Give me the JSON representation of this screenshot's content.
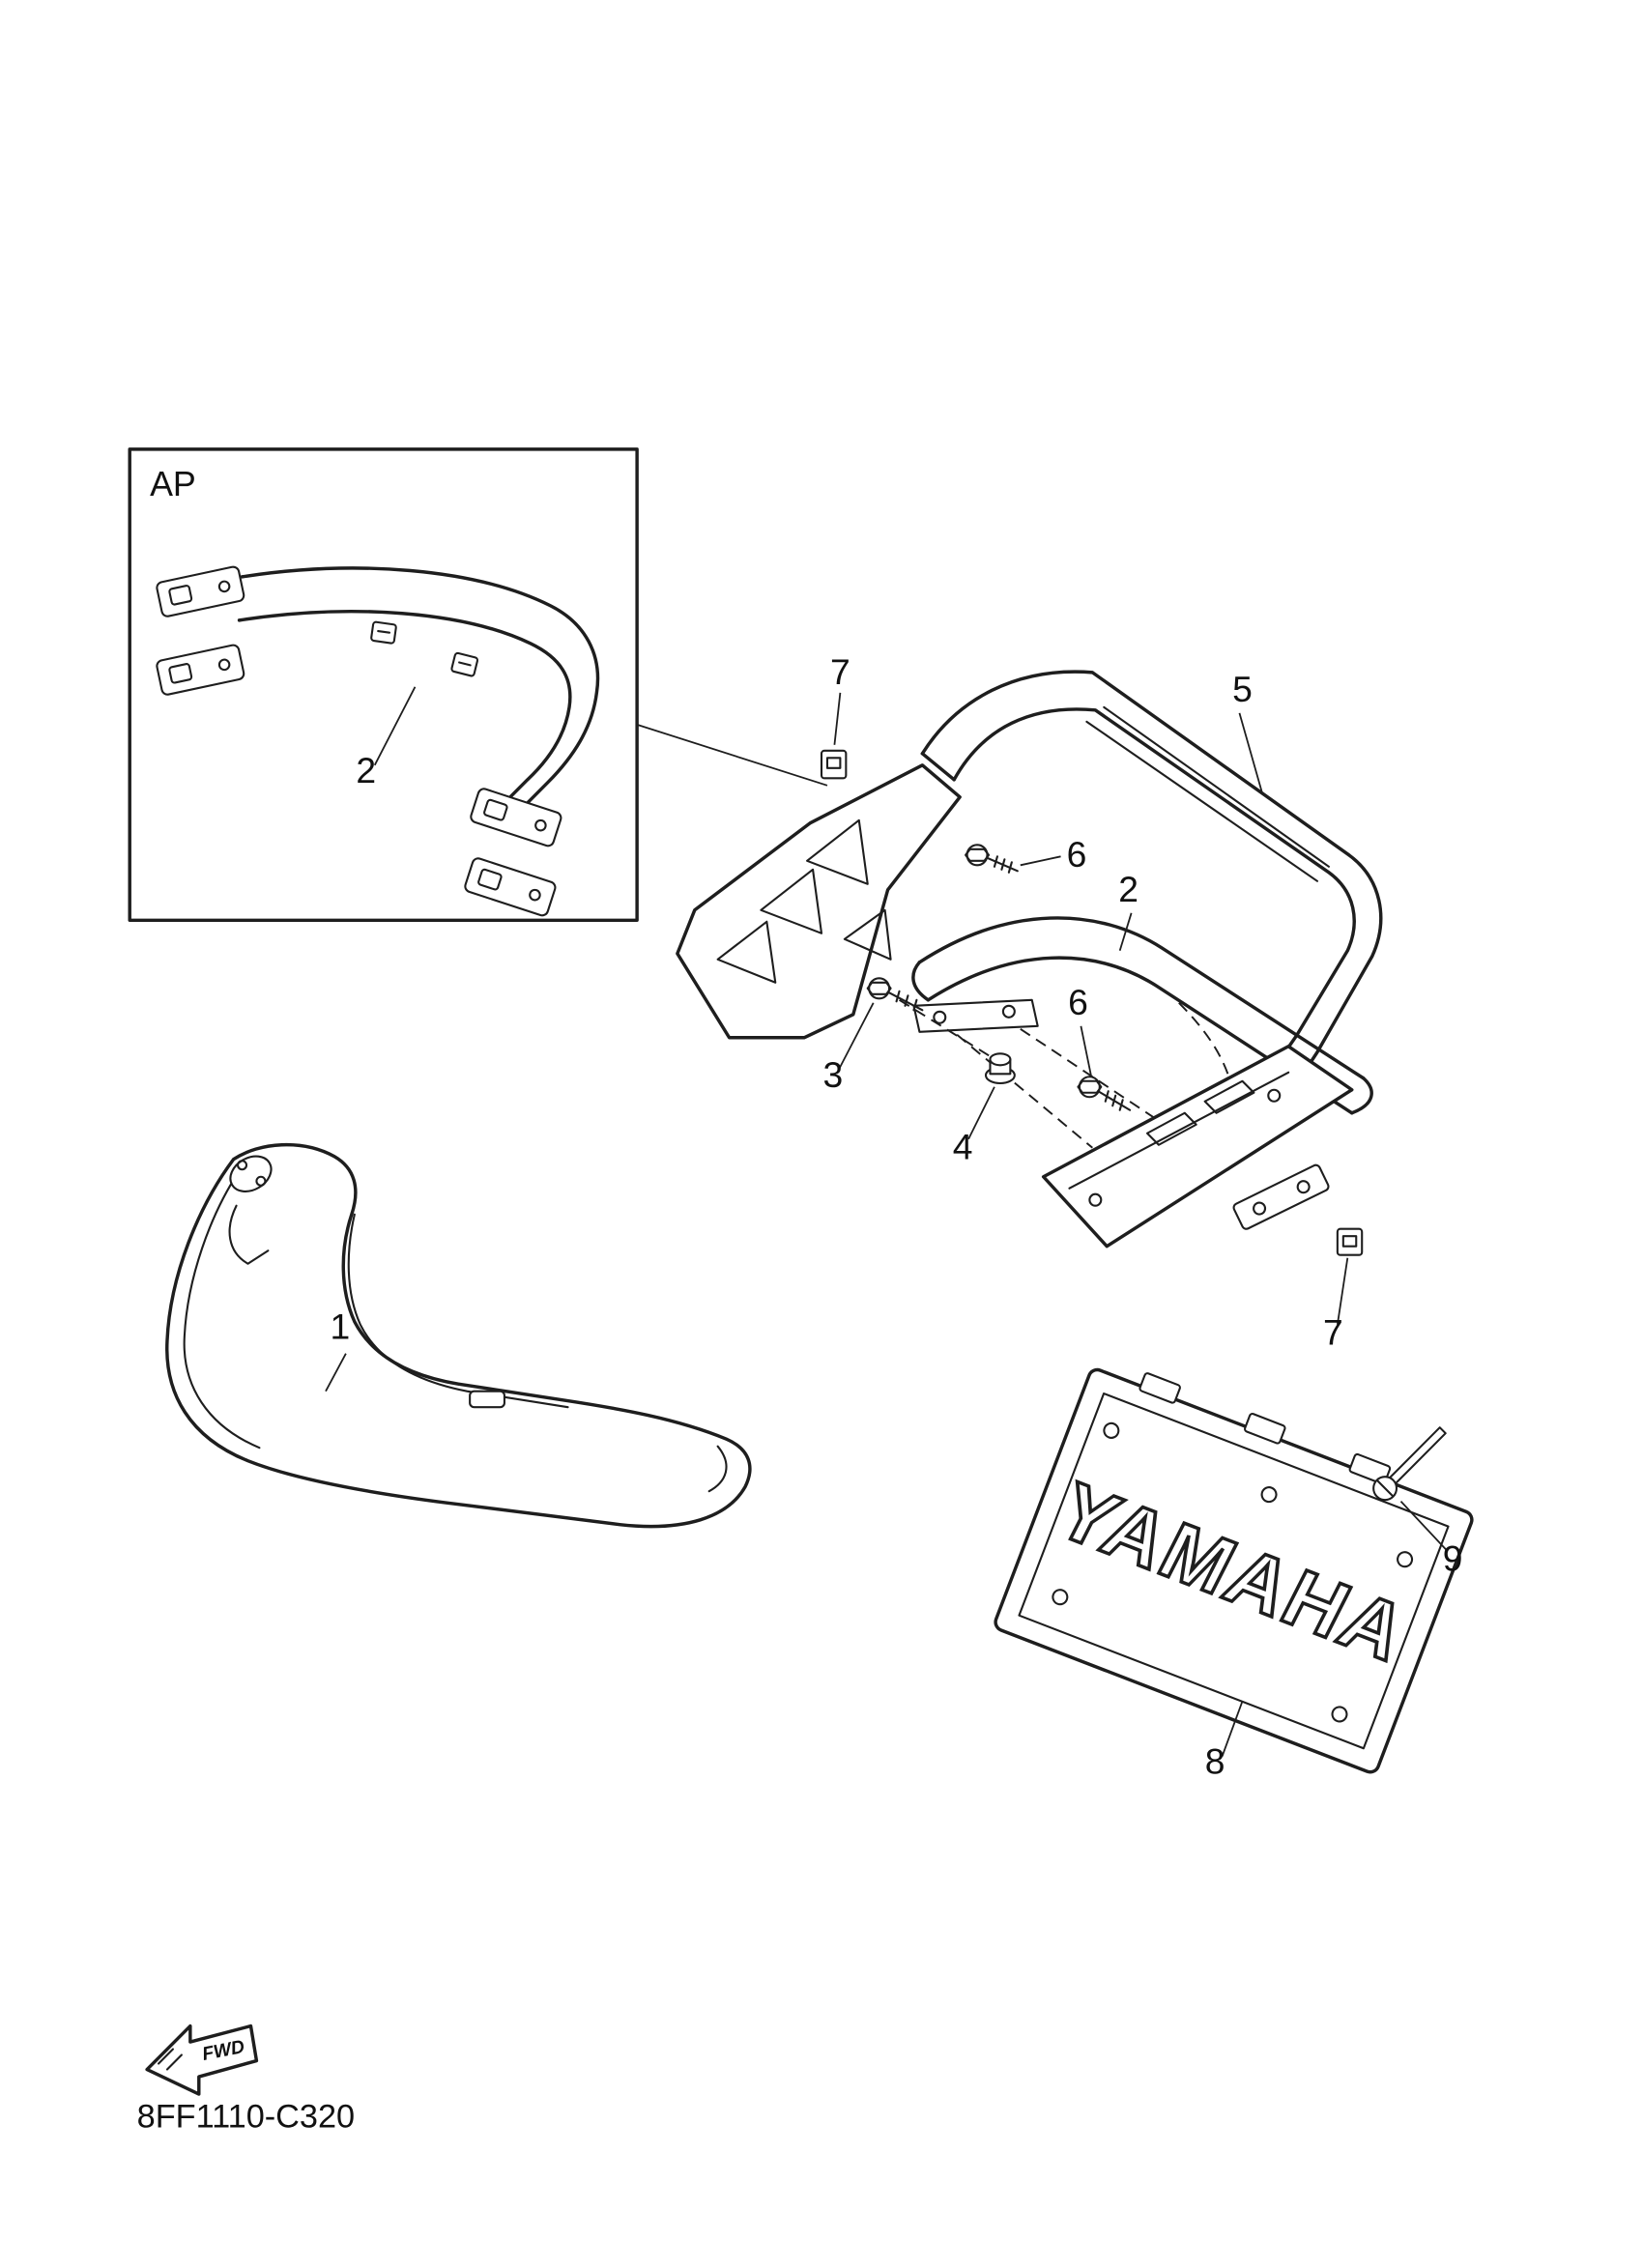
{
  "diagram": {
    "inset_label": "AP",
    "part_code": "8FF1110-C320",
    "fwd_label": "FWD",
    "plate_text": "YAMAHA",
    "callouts": {
      "inset_bar": "2",
      "clip_top": "7",
      "carrier": "5",
      "bolt_upper": "6",
      "grab_bar": "2",
      "screw": "3",
      "nut": "4",
      "bolt_lower": "6",
      "clip_right": "7",
      "front_bumper": "1",
      "rivet": "9",
      "plate": "8"
    }
  }
}
